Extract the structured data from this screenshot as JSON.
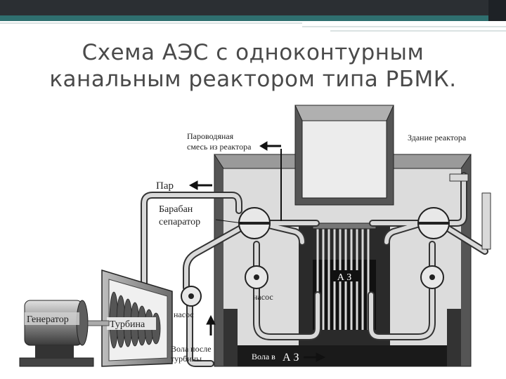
{
  "slide": {
    "title_line1": "Схема АЭС с одноконтурным",
    "title_line2": "канальным реактором типа РБМК."
  },
  "labels": {
    "steam_water_1": "Пароводяная",
    "steam_water_2": "смесь из реактора",
    "reactor_building": "Здание реактора",
    "steam": "Пар",
    "drum_1": "Барабан",
    "drum_2": "сепаратор",
    "generator": "Генератор",
    "turbine": "Турбина",
    "pump_left": "насос",
    "pump_mid": "насос",
    "water_after_1": "Вола после",
    "water_after_2": "турбины",
    "water_to_core_prefix": "Вола в",
    "water_to_core_az": "А З",
    "core": "А З"
  },
  "colors": {
    "accent_bar": "#2f6f6f",
    "dark_bar": "#2b2f33",
    "title": "#4a4a4a"
  }
}
